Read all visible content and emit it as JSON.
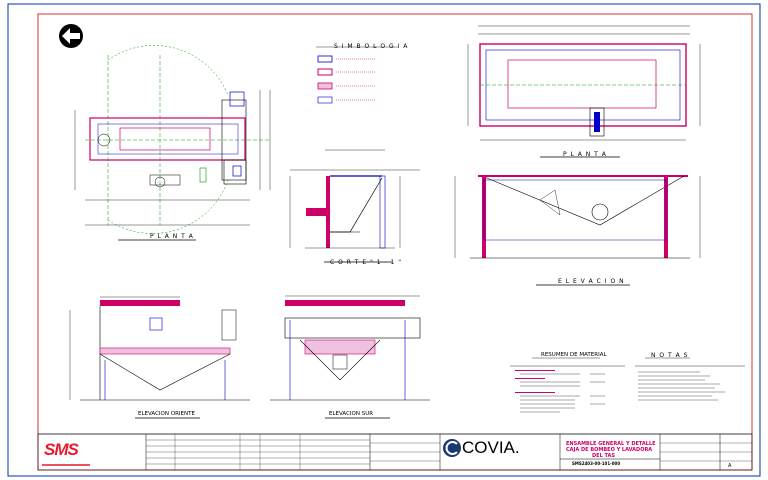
{
  "drawing": {
    "views": {
      "planta_1": "P L A N T A",
      "corte": "C O R T E  \" 1 - 1 \"",
      "planta_2": "P L A N T A",
      "elevacion": "E L E V A C I O N",
      "elevacion_oriente": "ELEVACION ORIENTE",
      "elevacion_sur": "ELEVACION SUR"
    },
    "legend_title": "S I M B O L O G I A",
    "resumen_title": "RESUMEN DE MATERIAL",
    "notas_title": "N O T A S"
  },
  "title_block": {
    "company_logo": "SMS",
    "client": "COVIA.",
    "project_title_line1": "ENSAMBLE GENERAL Y DETALLE",
    "project_title_line2": "CAJA DE BOMBEO Y LAVADORA",
    "project_title_line3": "DEL TAS",
    "drawing_number": "SMS2403-00-101-000",
    "revision": "A"
  },
  "colors": {
    "outline": "#000000",
    "accent": "#cc0066",
    "frame": "#cc0000",
    "blue": "#0000cc",
    "green": "#009900"
  }
}
